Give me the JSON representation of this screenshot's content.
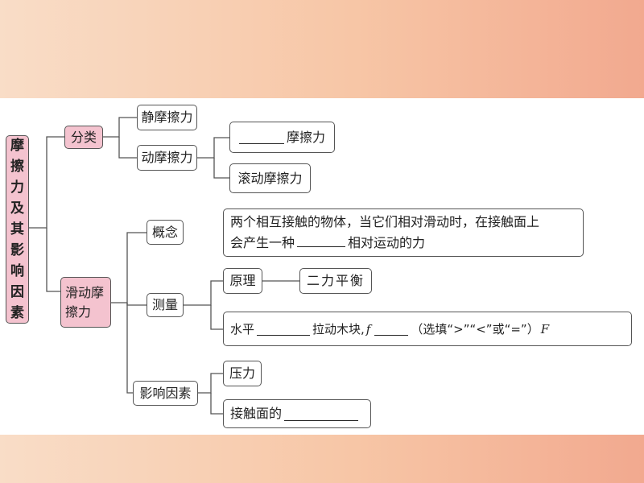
{
  "root": {
    "chars": [
      "摩",
      "擦",
      "力",
      "及",
      "其",
      "影",
      "响",
      "因",
      "素"
    ]
  },
  "classify": {
    "label": "分类",
    "static": "静摩擦力",
    "kinetic": "动摩擦力",
    "sliding_suffix": "摩擦力",
    "rolling": "滚动摩擦力"
  },
  "sliding": {
    "label_line1": "滑动摩",
    "label_line2": "擦力",
    "concept": {
      "label": "概念",
      "line1": "两个相互接触的物体，当它们相对滑动时，在接触面上",
      "line2_a": "会产生一种",
      "line2_b": "相对运动的力"
    },
    "measure": {
      "label": "测量",
      "principle_label": "原理",
      "principle_value": "二力平衡",
      "method_a": "水平",
      "method_b": "拉动木块,",
      "method_f": "f",
      "method_c": "（选填“>”“<”或“=”）",
      "method_F": "F"
    },
    "factors": {
      "label": "影响因素",
      "pressure": "压力",
      "surface": "接触面的"
    }
  }
}
